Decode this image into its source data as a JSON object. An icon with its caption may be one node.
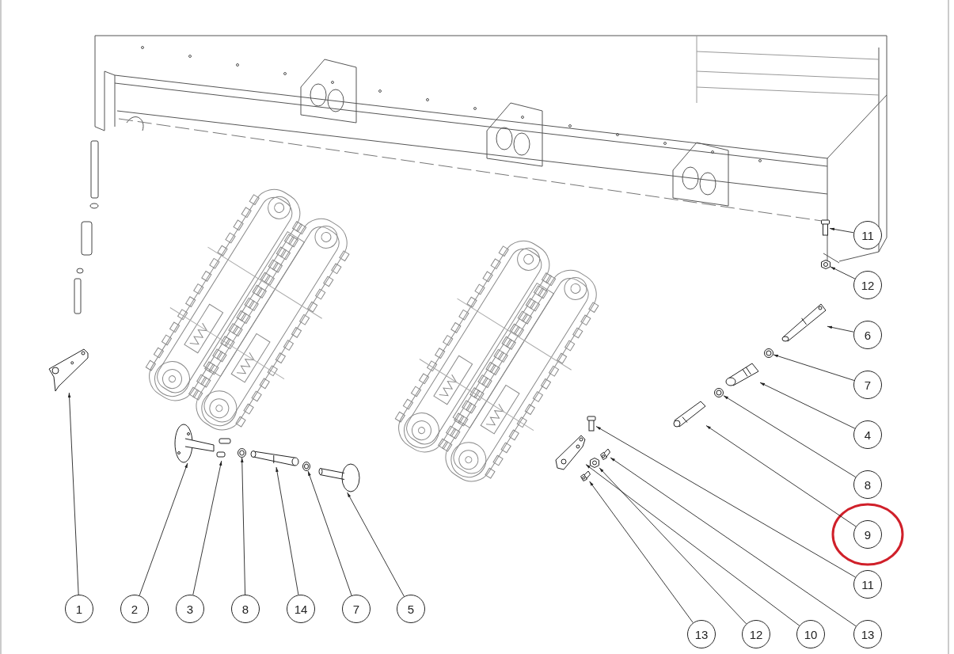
{
  "diagram": {
    "nodes": [
      {
        "text": [
          "11"
        ]
      },
      {
        "text": [
          "12"
        ]
      },
      {
        "text": [
          "6"
        ]
      },
      {
        "text": [
          "7"
        ]
      },
      {
        "text": [
          "4"
        ]
      },
      {
        "text": [
          "8"
        ]
      },
      {
        "text": [
          "9"
        ]
      },
      {
        "text": [
          "11"
        ]
      },
      {
        "text": [
          "1"
        ]
      },
      {
        "text": [
          "2"
        ]
      },
      {
        "text": [
          "3"
        ]
      },
      {
        "text": [
          "8"
        ]
      },
      {
        "text": [
          "14"
        ]
      },
      {
        "text": [
          "7"
        ]
      },
      {
        "text": [
          "5"
        ]
      },
      {
        "text": [
          "13"
        ]
      },
      {
        "text": [
          "12"
        ]
      },
      {
        "text": [
          "10"
        ]
      },
      {
        "text": [
          "13"
        ]
      },
      {
        "text": [],
        "shape": "picture"
      },
      {
        "text": [],
        "shape": "picture"
      },
      {
        "text": [],
        "shape": "picture"
      },
      {
        "text": [],
        "shape": "picture"
      },
      {
        "text": [],
        "shape": "picture"
      },
      {
        "text": [],
        "shape": "picture"
      },
      {
        "text": [],
        "shape": "picture"
      },
      {
        "text": [],
        "shape": "picture"
      },
      {
        "text": [],
        "shape": "picture"
      },
      {
        "text": [],
        "shape": "picture"
      },
      {
        "text": [],
        "shape": "picture"
      },
      {
        "text": [],
        "shape": "picture"
      },
      {
        "text": [],
        "shape": "picture"
      },
      {
        "text": [],
        "shape": "picture"
      },
      {
        "text": [],
        "shape": "picture"
      },
      {
        "text": [],
        "shape": "picture"
      },
      {
        "text": [],
        "shape": "picture"
      },
      {
        "text": [],
        "shape": "picture"
      },
      {
        "text": [],
        "shape": "picture"
      }
    ],
    "edges": [
      {
        "from": 0,
        "to": 19,
        "arrow": "to"
      },
      {
        "from": 1,
        "to": 20,
        "arrow": "to"
      },
      {
        "from": 2,
        "to": 21,
        "arrow": "to"
      },
      {
        "from": 3,
        "to": 22,
        "arrow": "to"
      },
      {
        "from": 4,
        "to": 23,
        "arrow": "to"
      },
      {
        "from": 5,
        "to": 24,
        "arrow": "to"
      },
      {
        "from": 6,
        "to": 25,
        "arrow": "to"
      },
      {
        "from": 7,
        "to": 26,
        "arrow": "to"
      },
      {
        "from": 8,
        "to": 27,
        "arrow": "to"
      },
      {
        "from": 9,
        "to": 28,
        "arrow": "to"
      },
      {
        "from": 10,
        "to": 29,
        "arrow": "to"
      },
      {
        "from": 11,
        "to": 30,
        "arrow": "to"
      },
      {
        "from": 12,
        "to": 31,
        "arrow": "to"
      },
      {
        "from": 13,
        "to": 32,
        "arrow": "to"
      },
      {
        "from": 14,
        "to": 33,
        "arrow": "to"
      },
      {
        "from": 15,
        "to": 34,
        "arrow": "to"
      },
      {
        "from": 16,
        "to": 35,
        "arrow": "to"
      },
      {
        "from": 17,
        "to": 36,
        "arrow": "to"
      },
      {
        "from": 18,
        "to": 37,
        "arrow": "to"
      }
    ]
  }
}
